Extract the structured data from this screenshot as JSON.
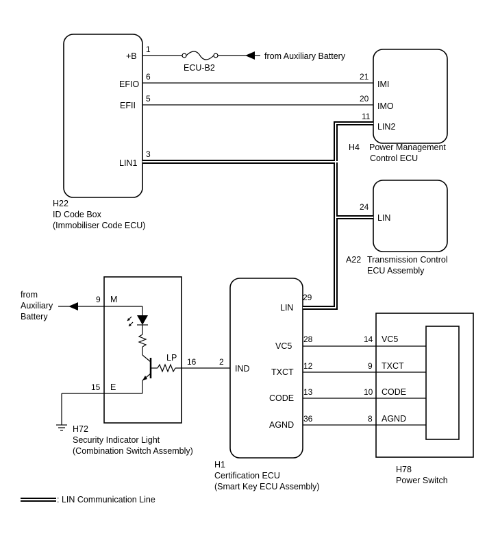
{
  "components": {
    "id_code_box": {
      "code": "H22",
      "name": "ID Code Box",
      "sub": "(Immobiliser Code ECU)",
      "pins": {
        "b": "+B",
        "efio": "EFIO",
        "efii": "EFII",
        "lin1": "LIN1"
      }
    },
    "power_mgmt": {
      "code": "H4",
      "name1": "Power Management",
      "name2": "Control ECU",
      "pins": {
        "imi": "IMI",
        "imo": "IMO",
        "lin2": "LIN2"
      }
    },
    "transmission": {
      "code": "A22",
      "name1": "Transmission Control",
      "name2": "ECU Assembly",
      "pins": {
        "lin": "LIN"
      }
    },
    "security_light": {
      "code": "H72",
      "name": "Security Indicator Light",
      "sub": "(Combination Switch Assembly)",
      "pins": {
        "m": "M",
        "e": "E",
        "lp": "LP"
      }
    },
    "cert_ecu": {
      "code": "H1",
      "name": "Certification ECU",
      "sub": "(Smart Key ECU Assembly)",
      "pins": {
        "lin": "LIN",
        "vc5": "VC5",
        "ind": "IND",
        "txct": "TXCT",
        "code": "CODE",
        "agnd": "AGND"
      }
    },
    "power_switch": {
      "code": "H78",
      "name": "Power Switch",
      "pins": {
        "vc5": "VC5",
        "txct": "TXCT",
        "code": "CODE",
        "agnd": "AGND"
      }
    }
  },
  "pin_numbers": {
    "h22_b": "1",
    "h22_efio": "6",
    "h22_efii": "5",
    "h22_lin1": "3",
    "h4_imi": "21",
    "h4_imo": "20",
    "h4_lin2": "11",
    "a22_lin": "24",
    "h72_m": "9",
    "h72_e": "15",
    "h72_lp": "16",
    "h1_ind": "2",
    "h1_lin": "29",
    "h1_vc5": "28",
    "h1_txct": "12",
    "h1_code": "13",
    "h1_agnd": "36",
    "h78_vc5": "14",
    "h78_txct": "9",
    "h78_code": "10",
    "h78_agnd": "8"
  },
  "fuse": "ECU-B2",
  "aux_battery_top": "from Auxiliary Battery",
  "aux_battery_left": {
    "line1": "from",
    "line2": "Auxiliary",
    "line3": "Battery"
  },
  "legend": ": LIN Communication Line"
}
